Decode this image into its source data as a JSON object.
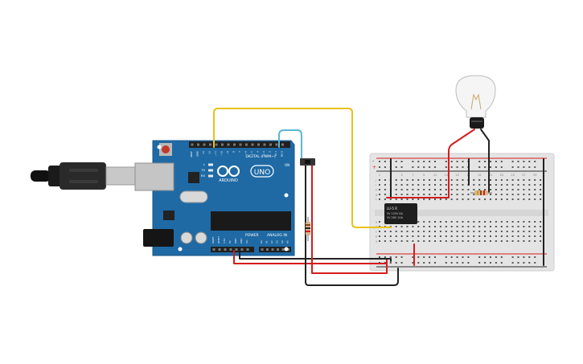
{
  "arduino": {
    "brand": "ARDUINO",
    "model": "UNO",
    "digital_header": "DIGITAL (PWM~)",
    "power_header": "POWER",
    "analog_header": "ANALOG IN",
    "led_labels": [
      "L",
      "TX",
      "RX"
    ],
    "on_label": "ON",
    "top_pins": [
      "AREF",
      "GND",
      "13",
      "12",
      "~11",
      "~10",
      "~9",
      "8",
      "7",
      "~6",
      "~5",
      "4",
      "~3",
      "2",
      "TX 1",
      "RX 0"
    ],
    "power_pins": [
      "IOREF",
      "RESET",
      "3.3V",
      "5V",
      "GND",
      "GND",
      "Vin"
    ],
    "analog_pins": [
      "A0",
      "A1",
      "A2",
      "A3",
      "A4",
      "A5"
    ]
  },
  "relay": {
    "label_lines": [
      "LU-5 R",
      "5V 125V 6A",
      "5V 28V 10A"
    ]
  },
  "breadboard": {
    "column_numbers": [
      "1",
      "2",
      "3",
      "4",
      "5",
      "6",
      "7",
      "8",
      "9",
      "10",
      "11",
      "12",
      "13",
      "14",
      "15",
      "16",
      "17",
      "18",
      "19",
      "20",
      "21",
      "22",
      "23",
      "24",
      "25",
      "26",
      "27",
      "28",
      "29",
      "30"
    ],
    "row_letters_top": [
      "j",
      "i",
      "h",
      "g",
      "f"
    ],
    "row_letters_bottom": [
      "e",
      "d",
      "c",
      "b",
      "a"
    ],
    "rail_plus": "+",
    "rail_minus": "-"
  },
  "colors": {
    "wire_yellow": "#e8c21a",
    "wire_red": "#d41c1c",
    "wire_black": "#222222",
    "wire_cyan": "#5bb8d4",
    "arduino_blue": "#1f6aa5",
    "breadboard": "#e4e4e4"
  }
}
